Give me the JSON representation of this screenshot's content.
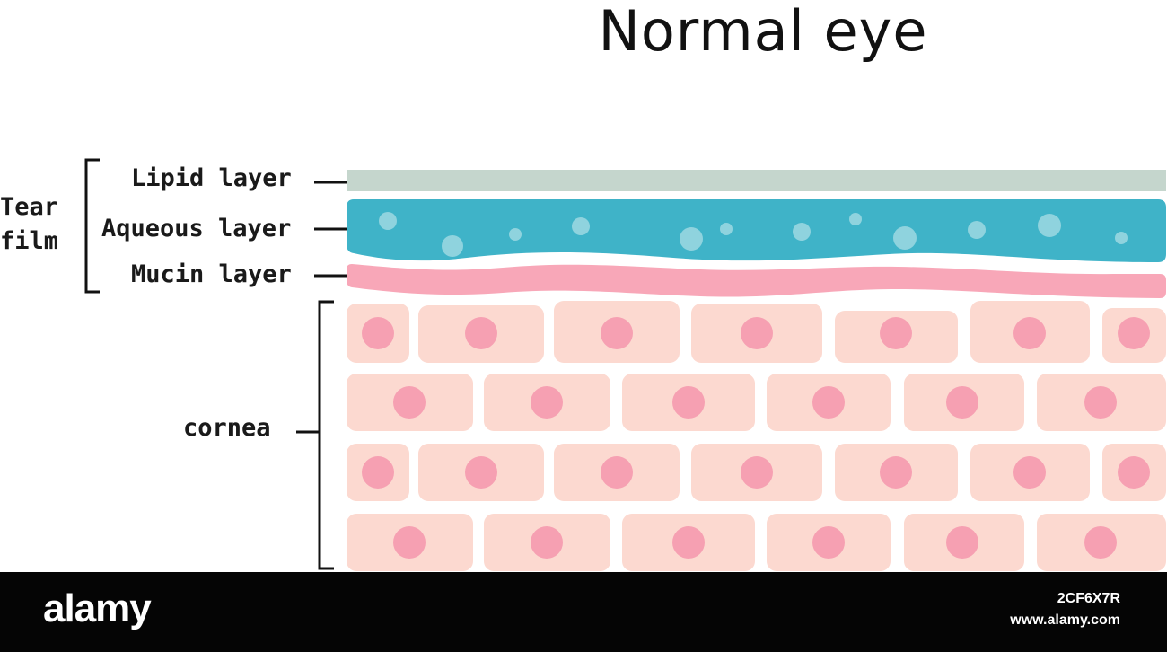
{
  "title": "Normal eye",
  "labels": {
    "tear_film": "Tear film",
    "lipid": "Lipid layer",
    "aqueous": "Aqueous layer",
    "mucin": "Mucin layer",
    "cornea": "cornea"
  },
  "colors": {
    "lipid_layer": "#c5d6cd",
    "aqueous_layer": "#3fb3c8",
    "bubble": "#8fd3de",
    "mucin_layer": "#f8a7b8",
    "cell_body": "#fcd9d0",
    "cell_nucleus": "#f6a0b2",
    "bracket": "#111111",
    "footer": "#050505"
  },
  "footer": {
    "logo": "alamy",
    "image_id": "2CF6X7R",
    "site": "www.alamy.com"
  }
}
